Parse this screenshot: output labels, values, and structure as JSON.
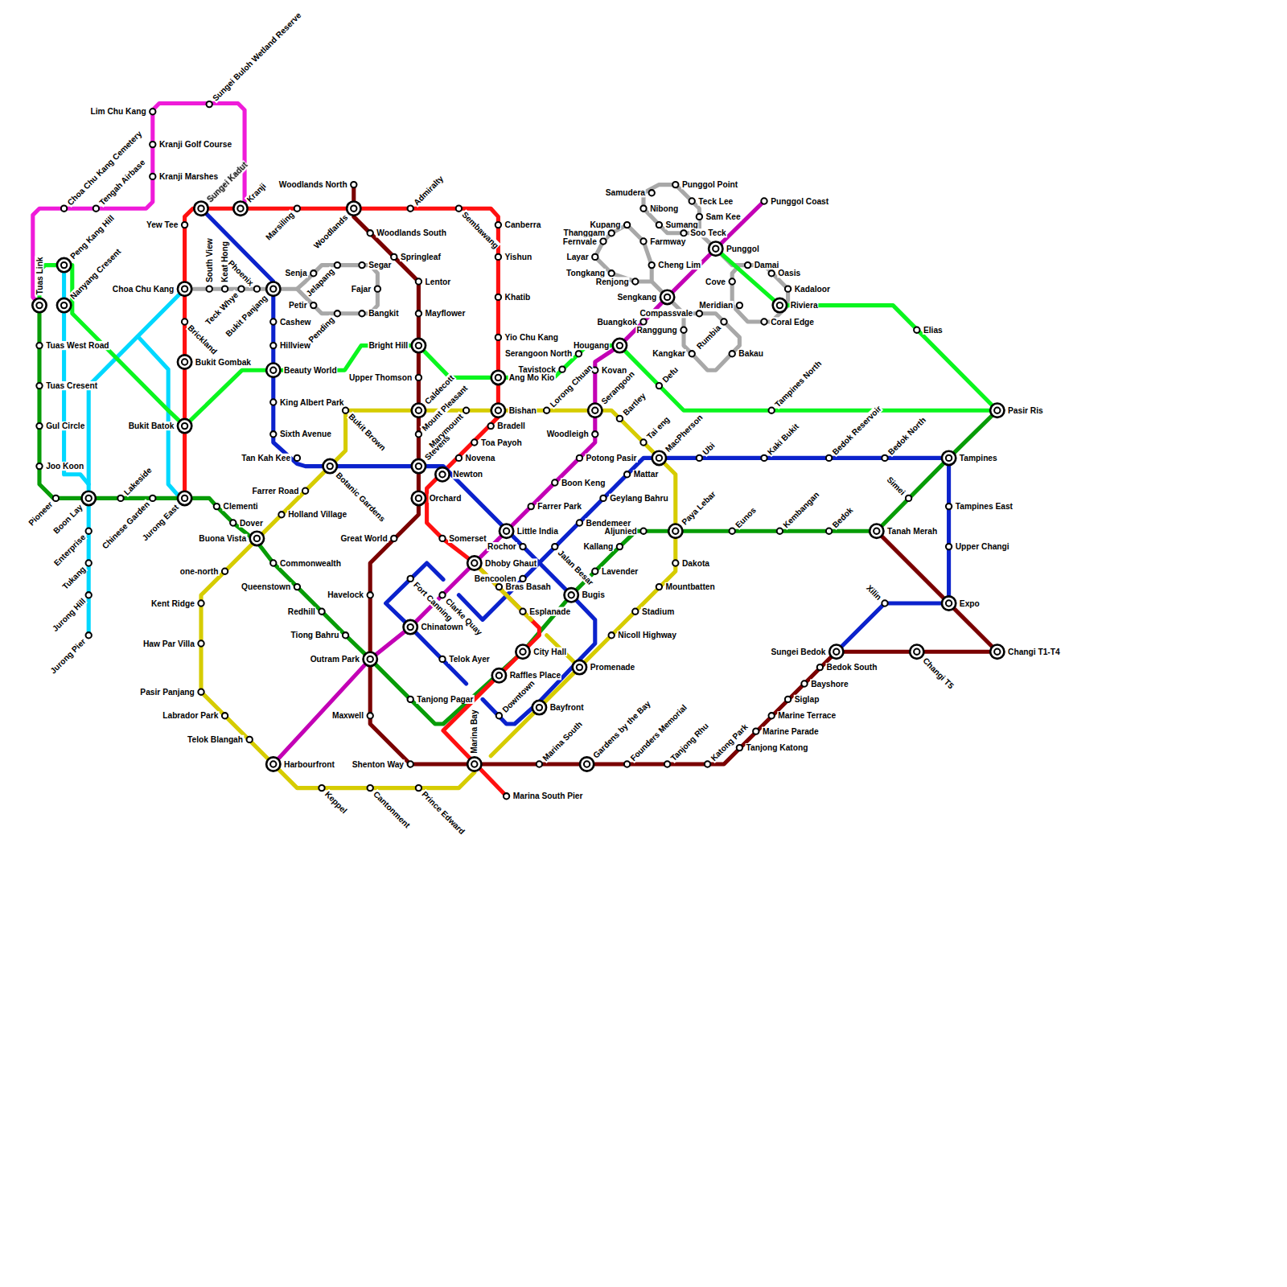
{
  "diagram": {
    "labels": [
      "Lim Chu Kang",
      "Kranji Golf Course",
      "Kranji Marshes",
      "Sungei Buloh Wetland Reserve",
      "Choa Chu Kang Cemetery",
      "Tengah Airbase",
      "Tuas Link",
      "Peng Kang Hill",
      "Nanyang Cresent",
      "Tuas West Road",
      "Tuas Cresent",
      "Gul Circle",
      "Joo Koon",
      "Pioneer",
      "Boon Lay",
      "Lakeside",
      "Chinese Garden",
      "Jurong East",
      "Enterprise",
      "Tukang",
      "Jurong Hill",
      "Jurong Pier",
      "Bukit Batok",
      "Bukit Gombak",
      "Brickland",
      "Choa Chu Kang",
      "Yew Tee",
      "Sungei Kadut",
      "Kranji",
      "Marsiling",
      "South View",
      "Keat Hong",
      "Teck Whye",
      "Phoenix",
      "Bukit Panjang",
      "Senja",
      "Jelapang",
      "Segar",
      "Fajar",
      "Petir",
      "Pending",
      "Bangkit",
      "Cashew",
      "Hillview",
      "Beauty World",
      "King Albert Park",
      "Sixth Avenue",
      "Tan Kah Kee",
      "Botanic Gardens",
      "Farrer Road",
      "Holland Village",
      "Bukit Brown",
      "Buona Vista",
      "Clementi",
      "Dover",
      "Commonwealth",
      "one-north",
      "Queenstown",
      "Kent Ridge",
      "Redhill",
      "Tiong Bahru",
      "Haw Par Villa",
      "Outram Park",
      "Pasir Panjang",
      "Labrador Park",
      "Telok Blangah",
      "Harbourfront",
      "Keppel",
      "Cantonment",
      "Prince Edward",
      "Maxwell",
      "Shenton Way",
      "Tanjong Pagar",
      "Havelock",
      "Great World",
      "Chinatown",
      "Fort Canning",
      "Clarke Quay",
      "Telok Ayer",
      "Somerset",
      "Dhoby Ghaut",
      "Orchard",
      "Stevens",
      "Newton",
      "Mount Pleasant",
      "Caldecott",
      "Marymount",
      "Upper Thomson",
      "Bright Hill",
      "Mayflower",
      "Lentor",
      "Springleaf",
      "Woodlands South",
      "Woodlands",
      "Woodlands North",
      "Admiralty",
      "Sembawang",
      "Canberra",
      "Yishun",
      "Khatib",
      "Yio Chu Kang",
      "Ang Mo Kio",
      "Bishan",
      "Bradell",
      "Toa Payoh",
      "Novena",
      "Tavistock",
      "Serangoon North",
      "Hougang",
      "Kovan",
      "Lorong Chuan",
      "Serangoon",
      "Woodleigh",
      "Potong Pasir",
      "Boon Keng",
      "Farrer Park",
      "Little India",
      "Rochor",
      "Bencoolen",
      "Bras Basah",
      "Esplanade",
      "City Hall",
      "Raffles Place",
      "Downtown",
      "Marina Bay",
      "Marina South Pier",
      "Jalan Besar",
      "Bendemeer",
      "Geylang Bahru",
      "Mattar",
      "Bugis",
      "Lavender",
      "Kallang",
      "Aljunied",
      "Promenade",
      "Bayfront",
      "Nicoll Highway",
      "Stadium",
      "Mountbatten",
      "Dakota",
      "Paya Lebar",
      "MacPherson",
      "Tai eng",
      "Bartley",
      "Defu",
      "Marina South",
      "Gardens by the Bay",
      "Founders Memorial",
      "Tanjong Rhu",
      "Katong Park",
      "Tanjong Katong",
      "Marine Parade",
      "Marine Terrace",
      "Siglap",
      "Bayshore",
      "Bedok South",
      "Sungei Bedok",
      "Changi T5",
      "Changi T1-T4",
      "Xilin",
      "Expo",
      "Upper Changi",
      "Tampines East",
      "Tampines",
      "Simei",
      "Tanah Merah",
      "Bedok",
      "Kembangan",
      "Eunos",
      "Ubi",
      "Kaki Bukit",
      "Bedok Reservoir",
      "Bedok North",
      "Pasir Ris",
      "Tampines North",
      "Elias",
      "Riviera",
      "Coral Edge",
      "Kadaloor",
      "Oasis",
      "Damai",
      "Cove",
      "Meridian",
      "Punggol",
      "Punggol Coast",
      "Sam Kee",
      "Teck Lee",
      "Punggol Point",
      "Samudera",
      "Nibong",
      "Sumang",
      "Soo Teck",
      "Sengkang",
      "Compassvale",
      "Rumbia",
      "Bakau",
      "Kangkar",
      "Ranggung",
      "Buangkok",
      "Cheng Lim",
      "Farmway",
      "Kupang",
      "Thanggam",
      "Fernvale",
      "Layar",
      "Tongkang",
      "Renjong"
    ]
  }
}
